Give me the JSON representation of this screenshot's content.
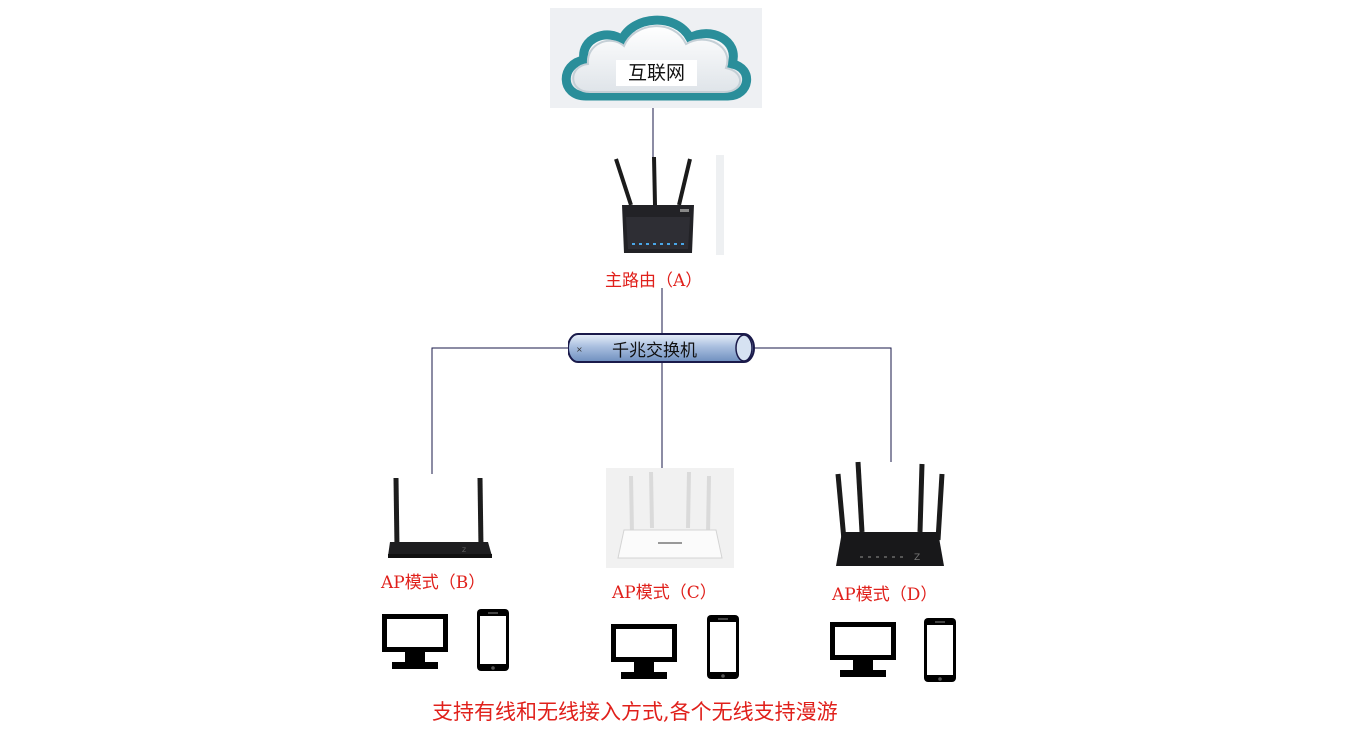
{
  "internet": {
    "label": "互联网"
  },
  "main_router": {
    "label": "主路由（A）"
  },
  "switch": {
    "label": "千兆交换机"
  },
  "aps": [
    {
      "label": "AP模式（B）",
      "color": "black"
    },
    {
      "label": "AP模式（C）",
      "color": "white"
    },
    {
      "label": "AP模式（D）",
      "color": "black"
    }
  ],
  "caption": "支持有线和无线接入方式,各个无线支持漫游",
  "colors": {
    "label_red": "#e0201b",
    "line": "#1a1a4a",
    "cloud_teal": "#2a8e9a",
    "switch_blue": "#8aa8cf"
  },
  "icons": [
    "cloud-icon",
    "router-icon",
    "switch-icon",
    "monitor-icon",
    "phone-icon"
  ]
}
